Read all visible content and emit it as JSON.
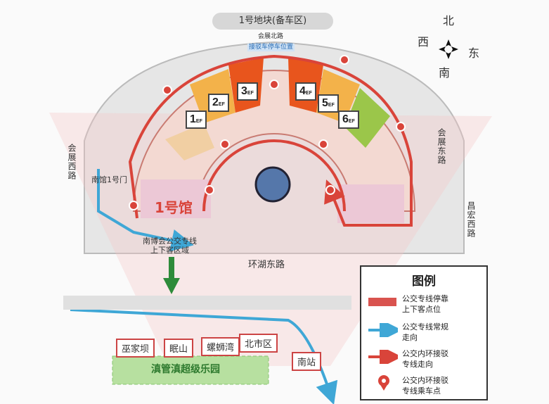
{
  "map": {
    "plot_top": "1号地块(备车区)",
    "north_plaza": "会展北路",
    "parking_note": "接驳车停车位置",
    "roads": {
      "west": "会展西路",
      "east": "会展东路",
      "far_east": "昌宏西路",
      "south": "环湖东路"
    },
    "compass": {
      "north": "北",
      "south": "南",
      "east": "东",
      "west": "西"
    },
    "halls": [
      "1",
      "2",
      "3",
      "4",
      "5",
      "6"
    ],
    "hall_suffix": "EF",
    "hall1_label": "1号馆",
    "gate_label": "南馆1号门",
    "bus_zone": "南博会公交专线\n上下客区域",
    "stops": [
      "巫家坝",
      "眠山",
      "螺蛳湾",
      "北市区",
      "南站"
    ],
    "park": "滇管滇超级乐园",
    "colors": {
      "loop": "#d9443a",
      "route": "#3fa7d6",
      "arrow": "#2e8b3a",
      "stop_bar": "#d9534f",
      "park": "#b7e0a0"
    }
  },
  "legend": {
    "title": "图例",
    "items": [
      {
        "icon": "red-bar",
        "label": "公交专线停靠\n上下客点位"
      },
      {
        "icon": "blue-arrow",
        "label": "公交专线常规\n走向"
      },
      {
        "icon": "red-arrow",
        "label": "公交内环接驳\n专线走向"
      },
      {
        "icon": "pin",
        "label": "公交内环接驳\n专线乘车点"
      }
    ]
  }
}
